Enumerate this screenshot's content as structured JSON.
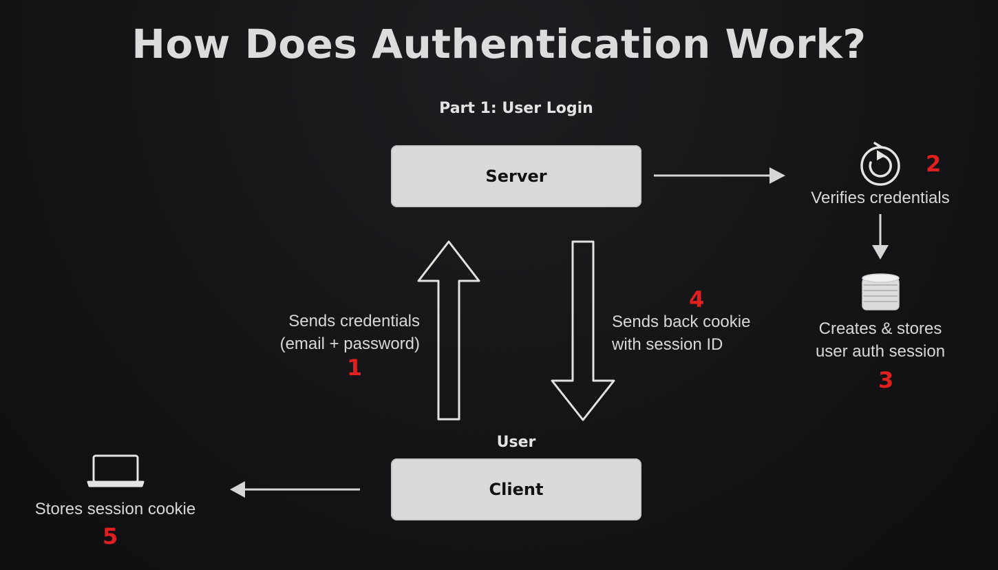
{
  "title": "How Does Authentication Work?",
  "subtitle": "Part 1: User Login",
  "server": {
    "label": "Server"
  },
  "client": {
    "label": "Client",
    "role_label": "User"
  },
  "steps": {
    "s1": {
      "number": "1",
      "line1": "Sends credentials",
      "line2": "(email + password)"
    },
    "s2": {
      "number": "2",
      "text": "Verifies credentials"
    },
    "s3": {
      "number": "3",
      "line1": "Creates & stores",
      "line2": "user auth session"
    },
    "s4": {
      "number": "4",
      "line1": "Sends back cookie",
      "line2": "with session ID"
    },
    "s5": {
      "number": "5",
      "text": "Stores session cookie"
    }
  },
  "icons": {
    "verify": "refresh-icon",
    "database": "database-icon",
    "laptop": "laptop-icon"
  },
  "colors": {
    "background": "#141416",
    "box": "#dadada",
    "step_number": "#e02020",
    "text": "#d8d8d8"
  }
}
